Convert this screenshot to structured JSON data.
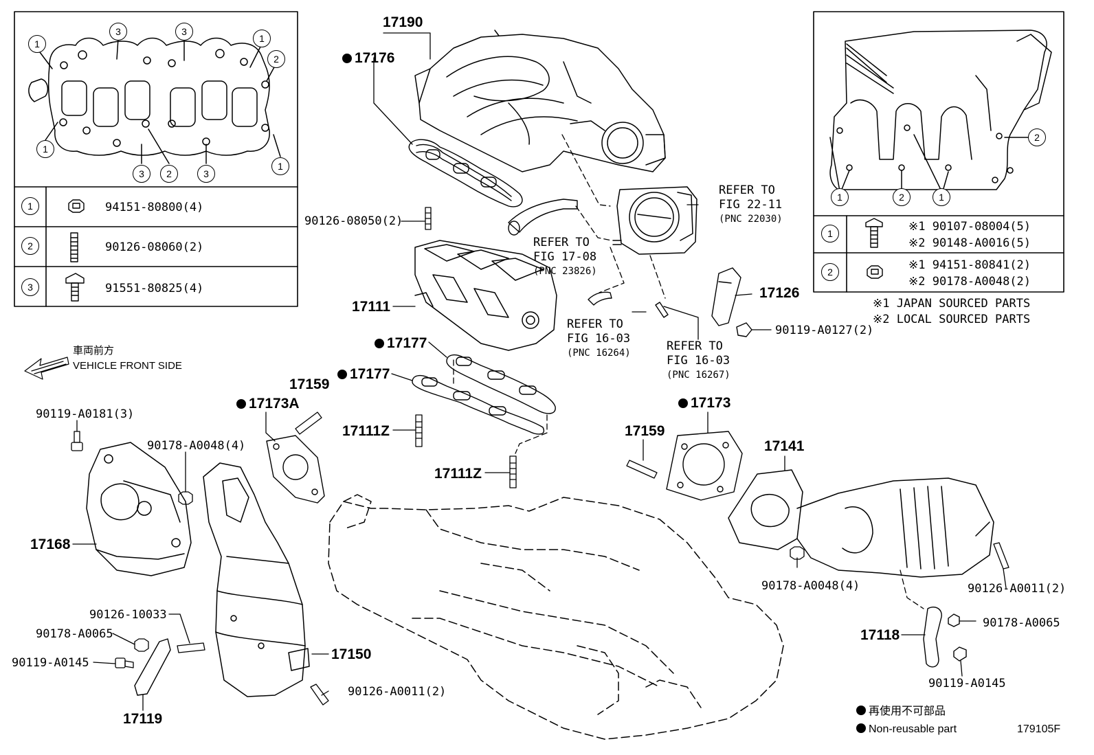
{
  "diagram_id": "179105F",
  "inset_left": {
    "circle_labels": [
      "1",
      "2",
      "3"
    ],
    "rows": [
      {
        "key": "1",
        "part": "94151-80800(4)"
      },
      {
        "key": "2",
        "part": "90126-08060(2)"
      },
      {
        "key": "3",
        "part": "91551-80825(4)"
      }
    ]
  },
  "inset_right": {
    "rows": [
      {
        "key": "1",
        "line1": "※1 90107-08004(5)",
        "line2": "※2 90148-A0016(5)"
      },
      {
        "key": "2",
        "line1": "※1 94151-80841(2)",
        "line2": "※2 90178-A0048(2)"
      }
    ],
    "notes": [
      "※1 JAPAN SOURCED PARTS",
      "※2 LOCAL SOURCED PARTS"
    ]
  },
  "front_side": {
    "jp": "車両前方",
    "en": "VEHICLE FRONT SIDE"
  },
  "parts": {
    "p17190": "17190",
    "p17176": "17176",
    "p17111": "17111",
    "p17177a": "17177",
    "p17177b": "17177",
    "p90126_08050": "90126-08050(2)",
    "p17159a": "17159",
    "p17173A": "17173A",
    "p17111Za": "17111Z",
    "p17111Zb": "17111Z",
    "p17126": "17126",
    "p90119_A0127": "90119-A0127(2)",
    "p17173": "17173",
    "p17159b": "17159",
    "p17141": "17141",
    "p90119_A0181": "90119-A0181(3)",
    "p90178_A0048a": "90178-A0048(4)",
    "p17168": "17168",
    "p90126_10033": "90126-10033",
    "p90178_A0065a": "90178-A0065",
    "p90119_A0145a": "90119-A0145",
    "p17150": "17150",
    "p90126_A0011a": "90126-A0011(2)",
    "p17119": "17119",
    "p90178_A0048b": "90178-A0048(4)",
    "p90126_A0011b": "90126-A0011(2)",
    "p17118": "17118",
    "p90178_A0065b": "90178-A0065",
    "p90119_A0145b": "90119-A0145"
  },
  "refs": {
    "r22_11": {
      "l1": "REFER TO",
      "l2": "FIG 22-11",
      "l3": "(PNC 22030)"
    },
    "r17_08": {
      "l1": "REFER TO",
      "l2": "FIG 17-08",
      "l3": "(PNC 23826)"
    },
    "r16_03a": {
      "l1": "REFER TO",
      "l2": "FIG 16-03",
      "l3": "(PNC 16264)"
    },
    "r16_03b": {
      "l1": "REFER TO",
      "l2": "FIG 16-03",
      "l3": "(PNC 16267)"
    }
  },
  "legend": {
    "jp": "再使用不可部品",
    "en": "Non-reusable part"
  }
}
